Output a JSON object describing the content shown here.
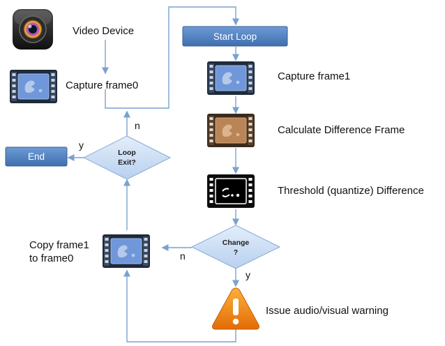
{
  "labels": {
    "video_device": "Video Device",
    "capture_frame0": "Capture frame0",
    "start_loop": "Start Loop",
    "capture_frame1": "Capture frame1",
    "calc_difference": "Calculate Difference Frame",
    "threshold_difference": "Threshold (quantize) Difference",
    "loop_exit_line1": "Loop",
    "loop_exit_line2": "Exit?",
    "change_line1": "Change",
    "change_line2": "?",
    "end": "End",
    "copy_frame_line1": "Copy frame1",
    "copy_frame_line2": "to frame0",
    "issue_warning": "Issue audio/visual warning",
    "yes_end": "y",
    "no_loop": "n",
    "no_change": "n",
    "yes_change": "y"
  },
  "colors": {
    "connector": "#7aa1cf",
    "button_fill": "#4f7fbd",
    "diamond_fill": "#cfe0f5",
    "film_blue_screen": "#6f97d9",
    "film_brown_screen": "#b98456",
    "warning_orange": "#f28a16"
  },
  "icons": [
    "camera-app-icon",
    "film-frame-icon",
    "difference-film-icon",
    "threshold-film-icon",
    "warning-icon"
  ]
}
